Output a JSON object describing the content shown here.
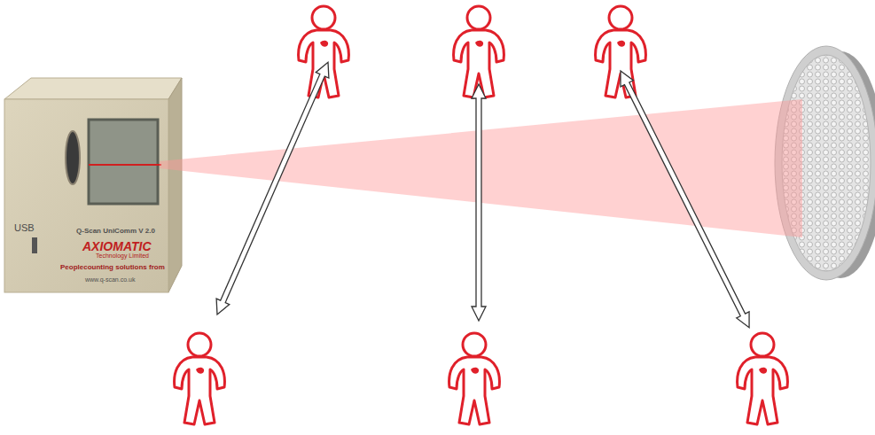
{
  "diagram": {
    "nodes": [
      {
        "text": [
          "USB",
          "Q-Scan UniComm V 2.0",
          "AXIOMATIC",
          "Technology Limited",
          "Peoplecounting solutions from",
          "www.q-scan.co.uk"
        ]
      }
    ]
  }
}
